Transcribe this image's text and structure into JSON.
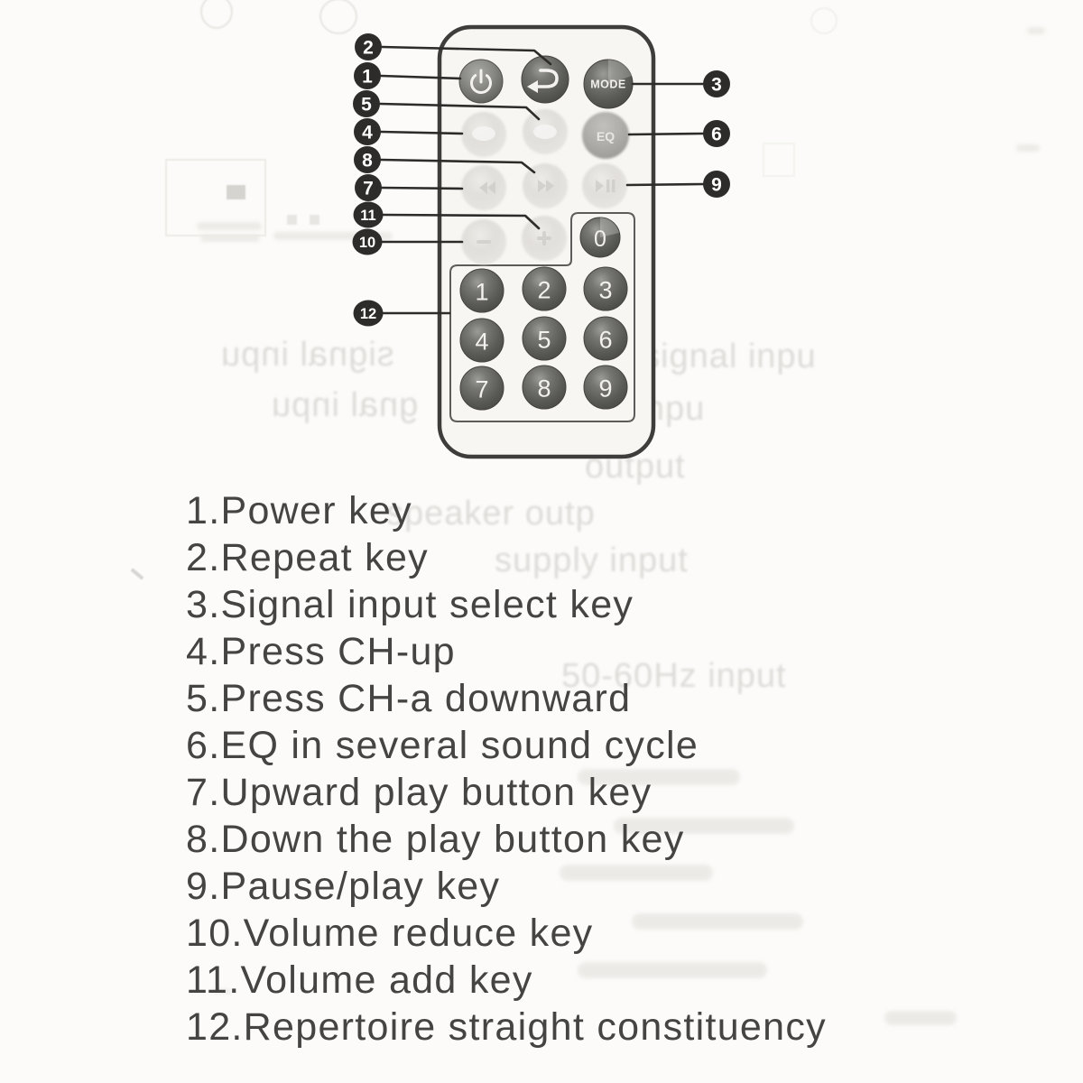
{
  "document": {
    "kind": "remote control instruction page"
  },
  "remote": {
    "buttons": {
      "mode_label": "MODE",
      "eq_label": "EQ",
      "digits": [
        "0",
        "1",
        "2",
        "3",
        "4",
        "5",
        "6",
        "7",
        "8",
        "9"
      ]
    }
  },
  "callouts": {
    "labels": [
      "1",
      "2",
      "3",
      "4",
      "5",
      "6",
      "7",
      "8",
      "9",
      "10",
      "11",
      "12"
    ]
  },
  "legend": {
    "items": [
      "1.Power key",
      "2.Repeat key",
      "3.Signal input select key",
      "4.Press CH-up",
      "5.Press CH-a downward",
      "6.EQ in several sound cycle",
      "7.Upward play button key",
      "8.Down the play button key",
      "9.Pause/play key",
      "10.Volume reduce key",
      "11.Volume add key",
      "12.Repertoire straight constituency"
    ]
  },
  "bleed_through": {
    "fragments": [
      {
        "text": "signal inpu"
      },
      {
        "text": "signal inpu"
      },
      {
        "text": "gnal inpu"
      },
      {
        "text": "gnal inpu"
      },
      {
        "text": "output"
      },
      {
        "text": "speaker outp"
      },
      {
        "text": "supply input"
      },
      {
        "text": "50-60Hz input"
      }
    ]
  },
  "colors": {
    "paper": "#fcfbf9",
    "ink": "#454442",
    "callout": "#2d2c2a",
    "button_dark": "#5a5a56",
    "button_faint": "#e4e2de",
    "eq_button": "#aeaca8"
  }
}
